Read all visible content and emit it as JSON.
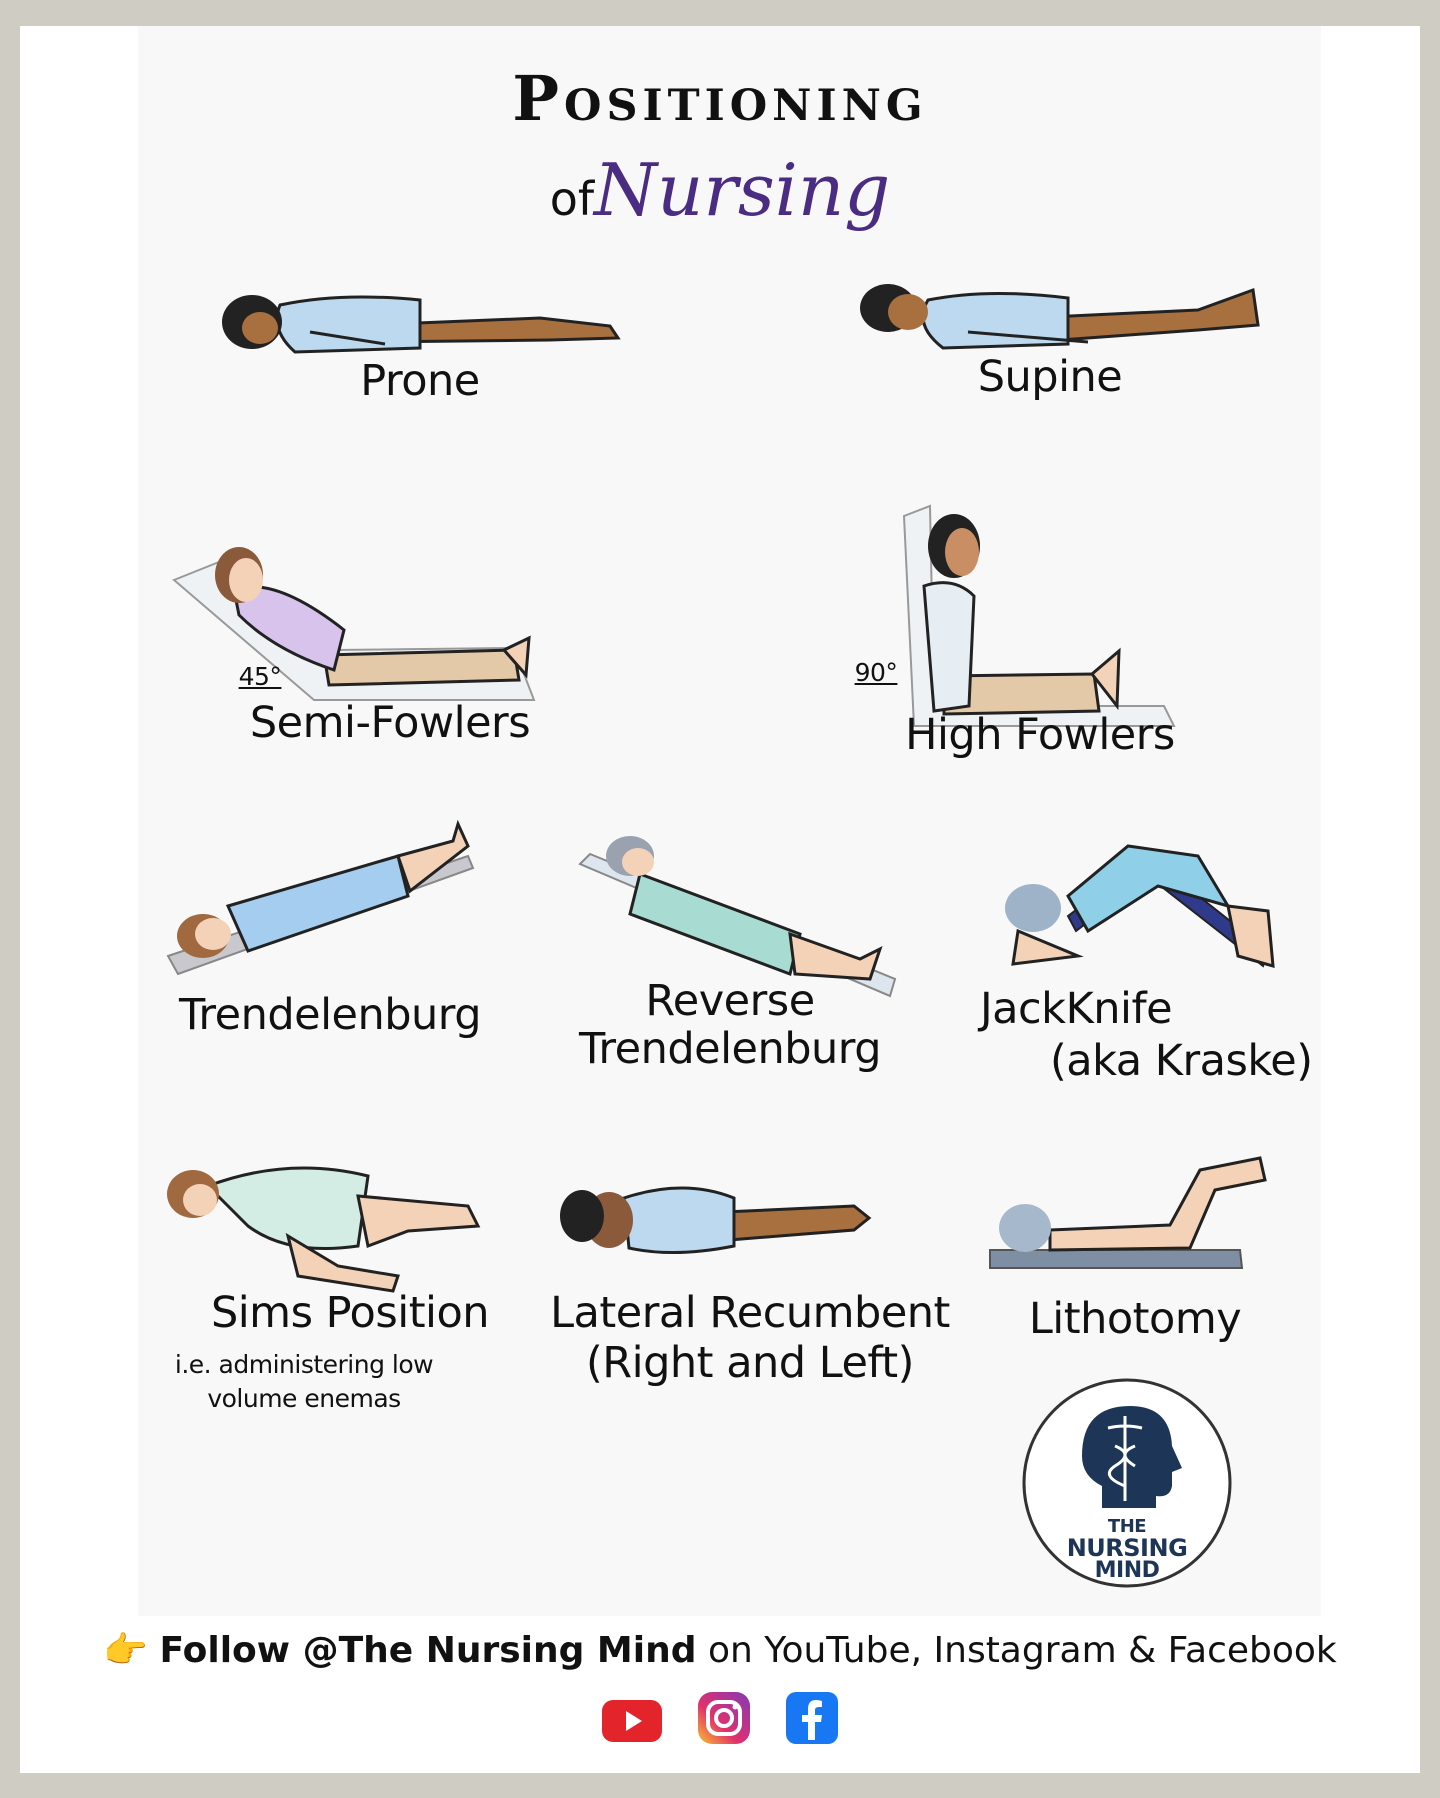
{
  "title": "Positioning",
  "subtitle_of": "of",
  "subtitle_nursing": "Nursing",
  "positions": {
    "prone": "Prone",
    "supine": "Supine",
    "semi_fowlers": "Semi-Fowlers",
    "semi_fowlers_angle": "45°",
    "high_fowlers": "High Fowlers",
    "high_fowlers_angle": "90°",
    "trendelenburg": "Trendelenburg",
    "reverse_line1": "Reverse",
    "reverse_line2": "Trendelenburg",
    "jackknife_line1": "JackKnife",
    "jackknife_line2": "(aka Kraske)",
    "sims": "Sims Position",
    "sims_note_line1": "i.e. administering low",
    "sims_note_line2": "volume enemas",
    "lateral_line1": "Lateral Recumbent",
    "lateral_line2": "(Right and Left)",
    "lithotomy": "Lithotomy"
  },
  "logo": {
    "line1": "THE",
    "line2": "NURSING",
    "line3": "MIND"
  },
  "footer": {
    "pointer": "👉",
    "follow_bold": "Follow @The Nursing Mind",
    "follow_rest": " on YouTube, Instagram & Facebook"
  },
  "social_icons": [
    "youtube-icon",
    "instagram-icon",
    "facebook-icon"
  ],
  "colors": {
    "shirt": "#bcd9ef",
    "skin_dark": "#a8703f",
    "skin_light": "#f4d2b8",
    "purple": "#4a2c82",
    "plaid": "#e3c9a8"
  }
}
